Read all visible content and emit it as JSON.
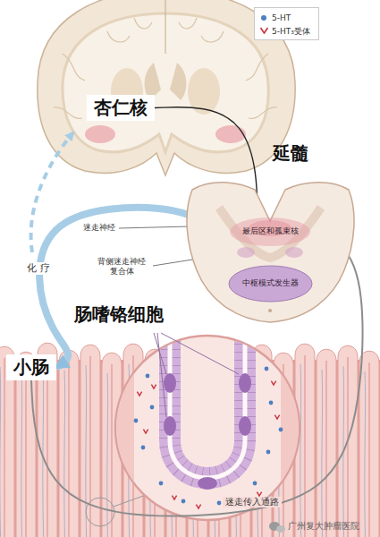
{
  "diagram": {
    "nodes": [
      {
        "text": [
          "杏仁核"
        ]
      },
      {
        "text": [
          "延髓"
        ]
      },
      {
        "text": [
          "最后区和孤束核"
        ],
        "in": 1
      },
      {
        "text": [
          "中枢模式发生器"
        ],
        "in": 1
      },
      {
        "text": [
          "肠嗜铬细胞"
        ]
      },
      {
        "text": [
          "小肠"
        ]
      }
    ],
    "edges": [
      {
        "from": 0,
        "to": 2,
        "arrow": "to"
      },
      {
        "from": 2,
        "to": 3,
        "arrow": "to"
      },
      {
        "from": 5,
        "to": 2,
        "arrow": "to",
        "label": "迷走传入通路"
      },
      {
        "from": 5,
        "to": 2,
        "arrow": "both",
        "label": "化 疗"
      }
    ],
    "labels": [
      "迷走神经",
      "背侧迷走神经 复合体",
      "广州复大肿瘤医院"
    ],
    "legend": [
      {
        "text": "5-HT",
        "color": "#4f7fbf"
      },
      {
        "text": "5-HT₃受体"
      }
    ]
  }
}
